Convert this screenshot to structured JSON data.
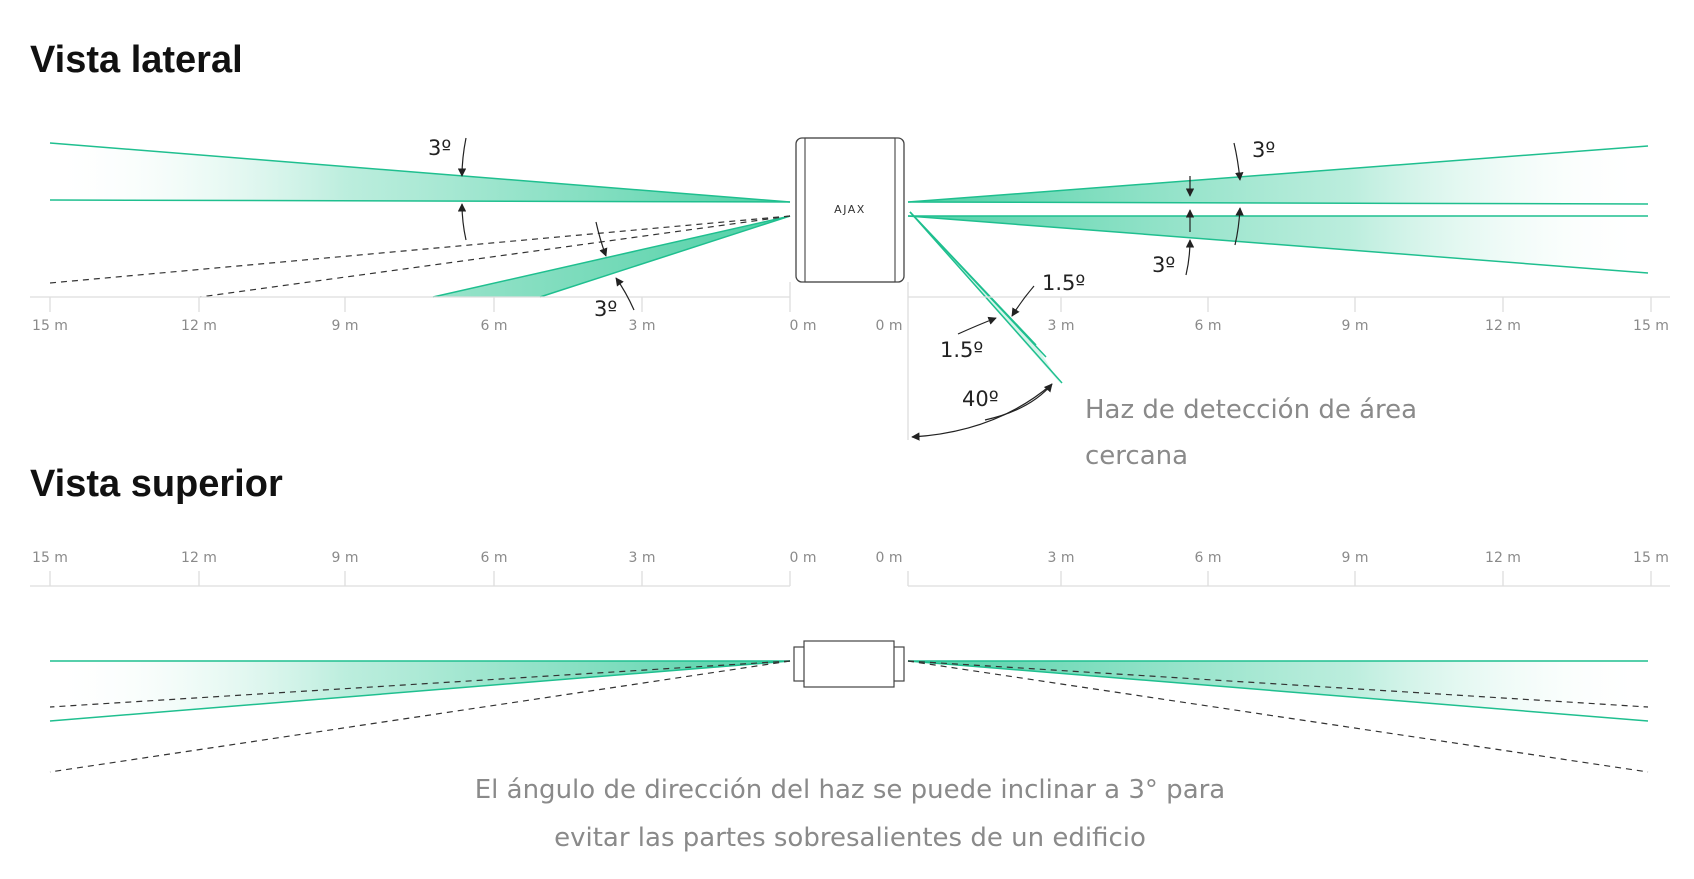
{
  "side_view": {
    "title": "Vista lateral",
    "left_ticks": [
      "15 m",
      "12 m",
      "9 m",
      "6 m",
      "3 m",
      "0 m"
    ],
    "right_ticks": [
      "0 m",
      "3 m",
      "6 m",
      "9 m",
      "12 m",
      "15 m"
    ],
    "angles": {
      "left_top": "3º",
      "left_bottom": "3º",
      "right_top": "3º",
      "right_bottom": "3º",
      "near_upper": "1.5º",
      "near_lower": "1.5º",
      "near_sweep": "40º"
    },
    "near_caption_line1": "Haz de detección de área",
    "near_caption_line2": "cercana",
    "device_logo": "AJAX"
  },
  "top_view": {
    "title": "Vista superior",
    "left_ticks": [
      "15 m",
      "12 m",
      "9 m",
      "6 m",
      "3 m",
      "0 m"
    ],
    "right_ticks": [
      "0 m",
      "3 m",
      "6 m",
      "9 m",
      "12 m",
      "15 m"
    ],
    "caption_line1": "El ángulo de dirección del haz se puede inclinar a 3° para",
    "caption_line2": "evitar las partes sobresalientes de un edificio"
  },
  "colors": {
    "beam": "#1fbf8f",
    "beam_fill": "#a7e9d3",
    "text": "#111111",
    "muted": "#8a8a8a"
  }
}
